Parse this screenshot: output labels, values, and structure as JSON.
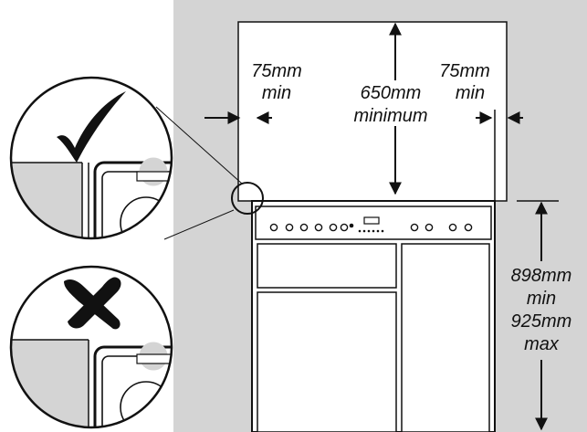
{
  "labels": {
    "left_gap_value": "75mm",
    "left_gap_qualifier": "min",
    "right_gap_value": "75mm",
    "right_gap_qualifier": "min",
    "height_above_value": "650mm",
    "height_above_qualifier": "minimum",
    "cooker_height_min_value": "898mm",
    "cooker_height_min_qualifier": "min",
    "cooker_height_max_value": "925mm",
    "cooker_height_max_qualifier": "max"
  },
  "callouts": {
    "correct_mark": "check-mark",
    "incorrect_mark": "cross-mark"
  },
  "colors": {
    "wall": "#d4d4d4",
    "line": "#111111",
    "background": "#ffffff"
  }
}
